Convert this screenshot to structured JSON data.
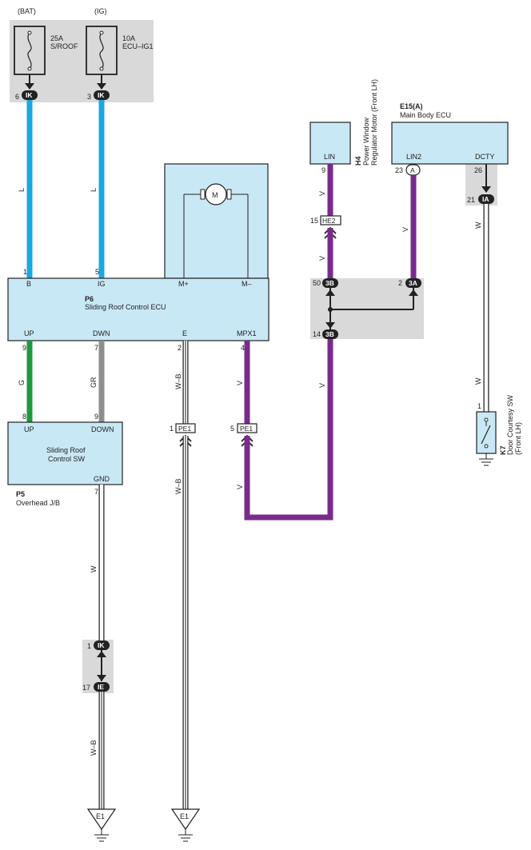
{
  "colors": {
    "L": "#1aa8e0",
    "G": "#1c9a3c",
    "GR": "#8e8e8e",
    "V": "#7a2a8c",
    "W": "#ffffff",
    "W-B": "#ffffff",
    "ecu_fill": "#c9e8f5",
    "shade": "#d9d9d9"
  },
  "fuses": [
    {
      "source": "(BAT)",
      "rating": "25A",
      "name": "S/ROOF",
      "pin": "6",
      "connector": "IK"
    },
    {
      "source": "(IG)",
      "rating": "10A",
      "name": "ECU–IG1",
      "pin": "3",
      "connector": "IK"
    }
  ],
  "p6": {
    "id": "P6",
    "name": "Sliding Roof Control ECU",
    "top_pins": [
      {
        "label": "B",
        "pin": "1"
      },
      {
        "label": "IG",
        "pin": "5"
      },
      {
        "label": "M+",
        "pin": ""
      },
      {
        "label": "M–",
        "pin": ""
      }
    ],
    "bottom_pins": [
      {
        "label": "UP",
        "pin": "9"
      },
      {
        "label": "DWN",
        "pin": "7"
      },
      {
        "label": "E",
        "pin": "2"
      },
      {
        "label": "MPX1",
        "pin": "4"
      }
    ],
    "motor": "M"
  },
  "p5": {
    "id": "P5",
    "name_line1": "Sliding Roof",
    "name_line2": "Control SW",
    "location": "Overhead J/B",
    "pins": [
      {
        "label": "UP",
        "pin": "8"
      },
      {
        "label": "DOWN",
        "pin": "9"
      },
      {
        "label": "GND",
        "pin": "7"
      }
    ]
  },
  "h4": {
    "id": "H4",
    "name_line1": "Power Window",
    "name_line2": "Regulator Motor (Front LH)",
    "pin_label": "LIN",
    "pin": "9"
  },
  "e15": {
    "id": "E15(A)",
    "name": "Main Body ECU",
    "pins": [
      {
        "label": "LIN2",
        "pin": "23",
        "connector": "A"
      },
      {
        "label": "DCTY",
        "pin": "26",
        "connector": ""
      }
    ]
  },
  "k7": {
    "id": "K7",
    "name_line1": "Door Courtesy SW",
    "name_line2": "(Front LH)",
    "pin": "1"
  },
  "wire_labels": {
    "l1": "L",
    "l2": "L",
    "g": "G",
    "gr": "GR",
    "wb1": "W–B",
    "wb2": "W–B",
    "v_mpx_top": "V",
    "v_mpx_bottom": "V",
    "v_h4_1": "V",
    "v_h4_2": "V",
    "v_e15": "V",
    "v_junction": "V",
    "w_k7_1": "W",
    "w_k7_2": "W",
    "w_p5": "W",
    "wb_p5": "W–B"
  },
  "connectors": {
    "pe1_left": {
      "pin": "1",
      "name": "PE1"
    },
    "pe1_right": {
      "pin": "5",
      "name": "PE1"
    },
    "he2": {
      "pin": "15",
      "name": "HE2"
    },
    "j3b_top": {
      "pin": "50",
      "name": "3B"
    },
    "j3a": {
      "pin": "2",
      "name": "3A"
    },
    "j3b_bottom": {
      "pin": "14",
      "name": "3B"
    },
    "ia": {
      "pin": "21",
      "name": "IA"
    },
    "ik_low": {
      "pin": "1",
      "name": "IK"
    },
    "ie": {
      "pin": "17",
      "name": "IE"
    }
  },
  "grounds": [
    {
      "name": "E1"
    },
    {
      "name": "E1"
    }
  ]
}
